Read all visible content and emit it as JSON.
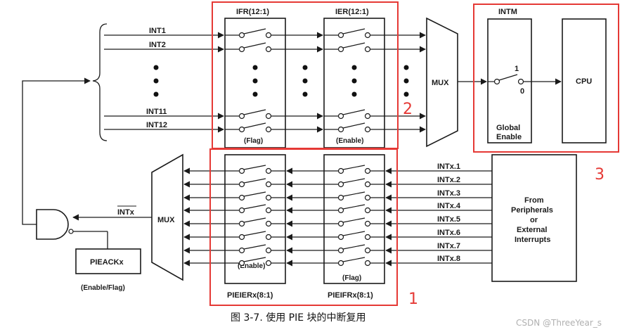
{
  "colors": {
    "annotation": "#e53935",
    "line": "#1a1a1a",
    "background": "#ffffff"
  },
  "ints_top": [
    "INT1",
    "INT2",
    "INT11",
    "INT12"
  ],
  "ifr_label": "IFR(12:1)",
  "ier_label": "IER(12:1)",
  "flag_label": "(Flag)",
  "enable_label": "(Enable)",
  "mux_label": "MUX",
  "intm_label": "INTM",
  "switch_1": "1",
  "switch_0": "0",
  "global_enable": [
    "Global",
    "Enable"
  ],
  "cpu_label": "CPU",
  "intx_label": "INTx",
  "intx_inputs": [
    "INTx.1",
    "INTx.2",
    "INTx.3",
    "INTx.4",
    "INTx.5",
    "INTx.6",
    "INTx.7",
    "INTx.8"
  ],
  "from_peripherals": [
    "From",
    "Peripherals",
    "or",
    "External",
    "Interrupts"
  ],
  "pieackx_label": "PIEACKx",
  "enable_flag_label": "(Enable/Flag)",
  "pieierx_label": "PIEIERx(8:1)",
  "pieifrx_label": "PIEIFRx(8:1)",
  "annotations": [
    "2",
    "3",
    "1"
  ],
  "caption": "图 3-7. 使用 PIE 块的中断复用",
  "watermark": "CSDN @ThreeYear_s"
}
